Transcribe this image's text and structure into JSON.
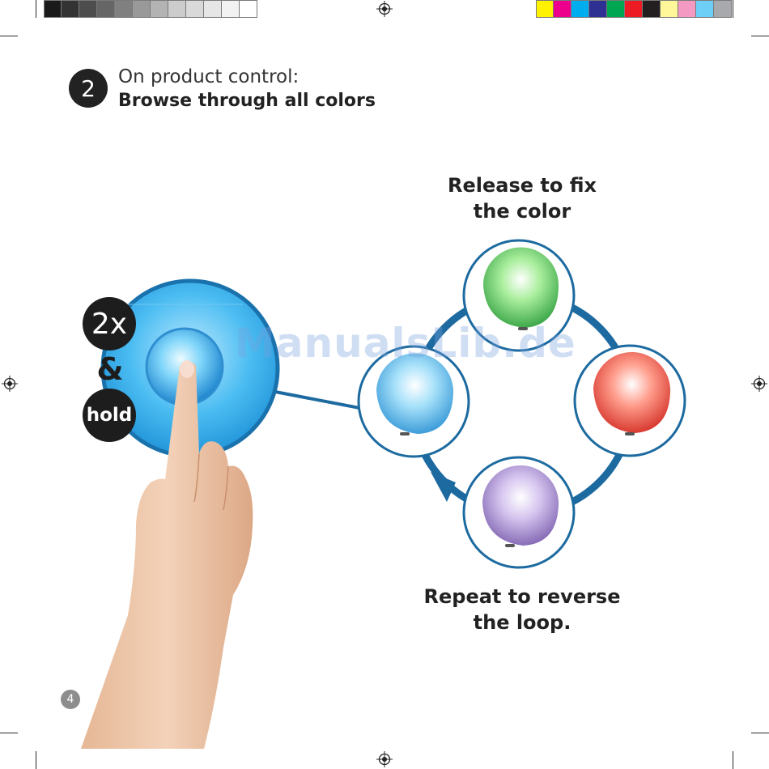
{
  "print_marks": {
    "gray_swatches": [
      "#1a1a1a",
      "#333333",
      "#4d4d4d",
      "#666666",
      "#808080",
      "#999999",
      "#b3b3b3",
      "#cccccc",
      "#d9d9d9",
      "#e6e6e6",
      "#f2f2f2",
      "#ffffff"
    ],
    "color_swatches": [
      "#fff200",
      "#ec008c",
      "#00aeef",
      "#2e3192",
      "#00a651",
      "#ed1c24",
      "#231f20",
      "#fff799",
      "#f49ac2",
      "#6dcff6",
      "#a7a9ac"
    ]
  },
  "step": {
    "number": "2",
    "line1": "On product control:",
    "line2": "Browse through all colors"
  },
  "badges": {
    "press_count": "2x",
    "ampersand": "&",
    "hold": "hold"
  },
  "captions": {
    "release_line1": "Release to fix",
    "release_line2": "the color",
    "repeat_line1": "Repeat to reverse",
    "repeat_line2": "the loop."
  },
  "watermark": "ManualsLib.de",
  "page_number": "4",
  "colors": {
    "ring": "#1c6aa0",
    "button_blue": "#2aa3e6",
    "lamp_green": "#4fc35a",
    "lamp_red": "#e8453a",
    "lamp_purple": "#9a7fc4",
    "lamp_blue": "#4fb3e6"
  }
}
